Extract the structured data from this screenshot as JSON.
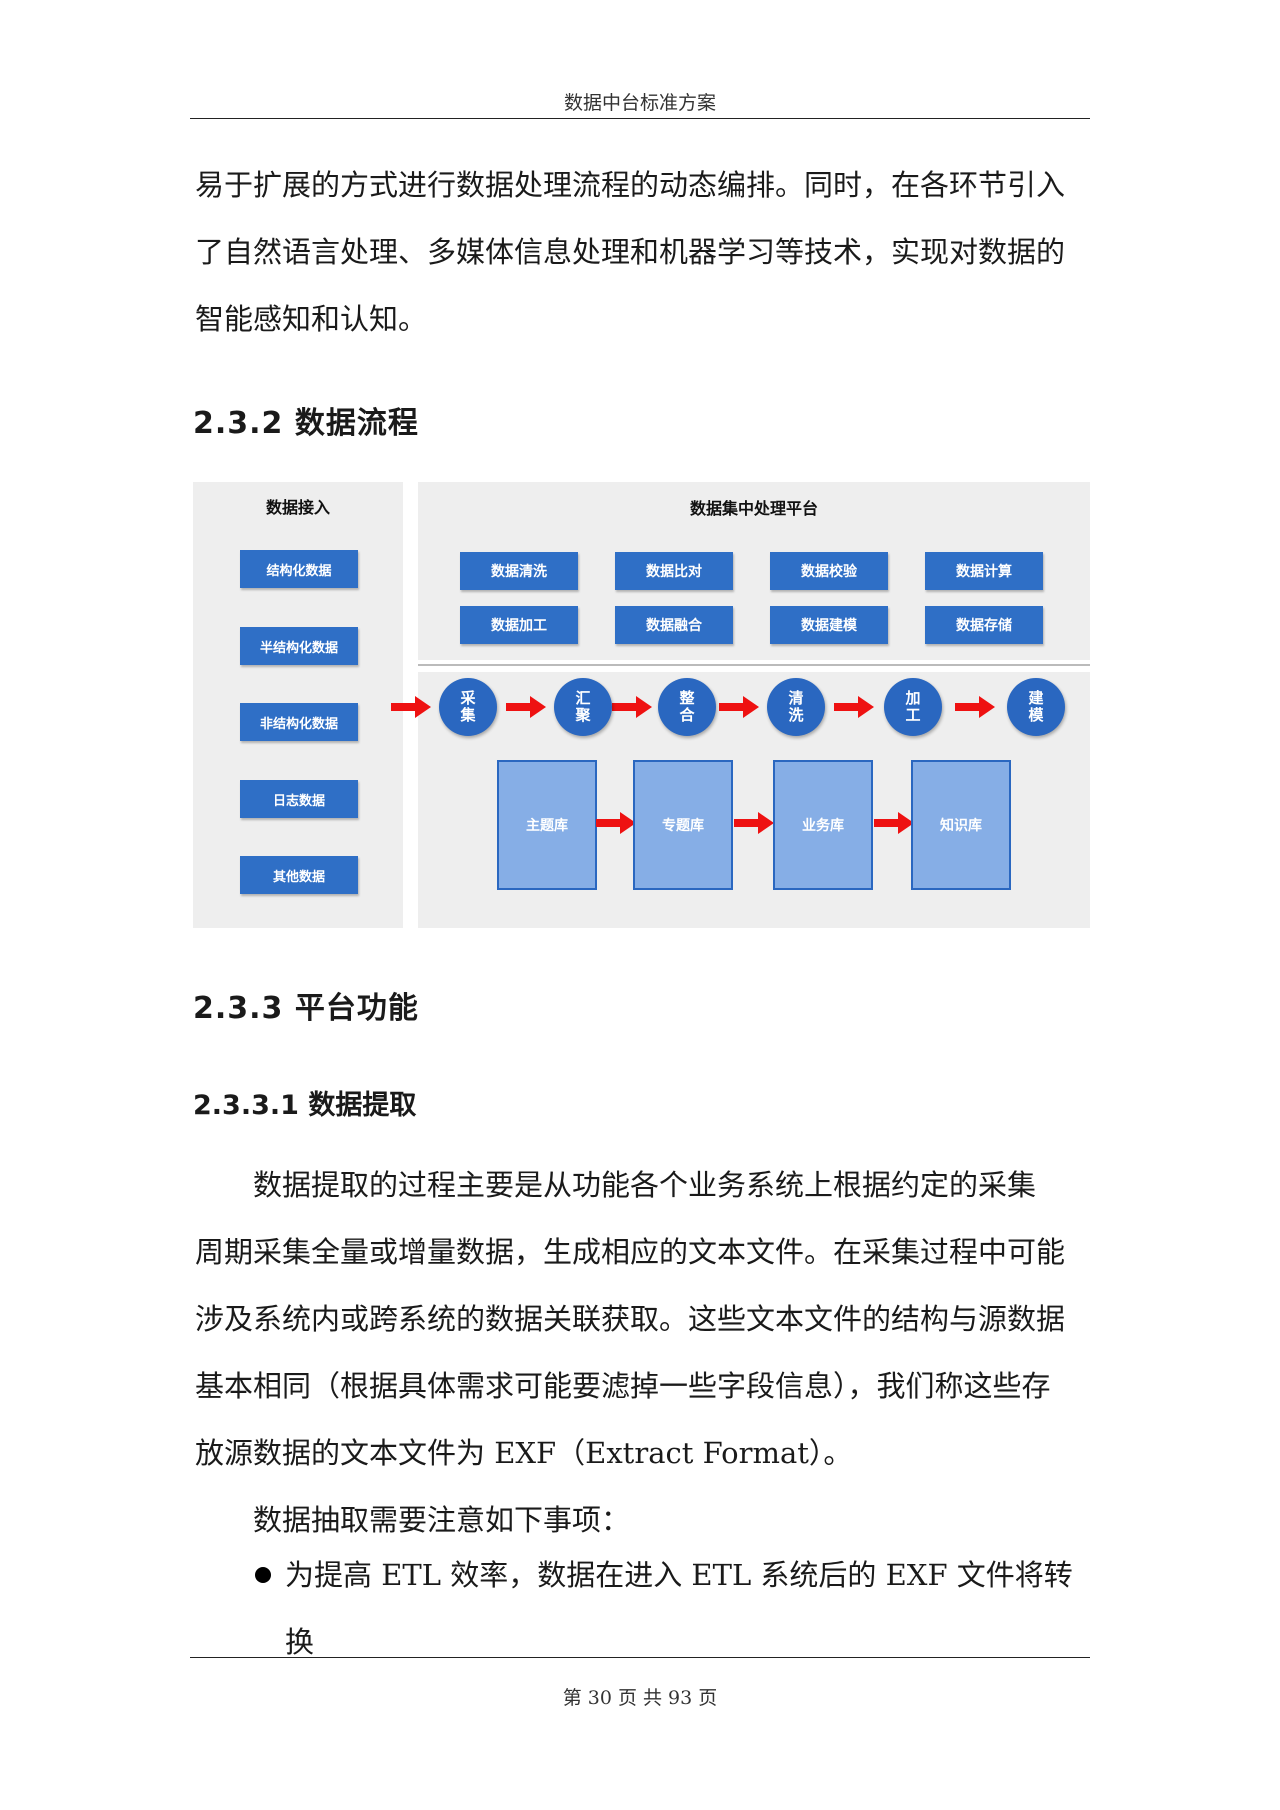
{
  "header": {
    "title": "数据中台标准方案"
  },
  "intro_lines": [
    "易于扩展的方式进行数据处理流程的动态编排。同时，在各环节引入",
    "了自然语言处理、多媒体信息处理和机器学习等技术，实现对数据的",
    "智能感知和认知。"
  ],
  "section_232": {
    "title": "2.3.2 数据流程"
  },
  "diagram": {
    "left_title": "数据接入",
    "sources": [
      "结构化数据",
      "半结构化数据",
      "非结构化数据",
      "日志数据",
      "其他数据"
    ],
    "top_title": "数据集中处理平台",
    "process_row1": [
      "数据清洗",
      "数据比对",
      "数据校验",
      "数据计算"
    ],
    "process_row2": [
      "数据加工",
      "数据融合",
      "数据建模",
      "数据存储"
    ],
    "steps": [
      "采集",
      "汇聚",
      "整合",
      "清洗",
      "加工",
      "建模"
    ],
    "stores": [
      "主题库",
      "专题库",
      "业务库",
      "知识库"
    ]
  },
  "section_233": {
    "title": "2.3.3 平台功能"
  },
  "section_2331": {
    "title": "2.3.3.1  数据提取"
  },
  "extract_lines": [
    "数据提取的过程主要是从功能各个业务系统上根据约定的采集",
    "周期采集全量或增量数据，生成相应的文本文件。在采集过程中可能",
    "涉及系统内或跨系统的数据关联获取。这些文本文件的结构与源数据",
    "基本相同（根据具体需求可能要滤掉一些字段信息），我们称这些存",
    "放源数据的文本文件为 EXF（Extract Format）。"
  ],
  "notes_intro": "数据抽取需要注意如下事项：",
  "bullet_text": "为提高 ETL 效率，数据在进入 ETL 系统后的 EXF 文件将转换",
  "footer": {
    "page_text": "第 30 页 共 93 页"
  }
}
